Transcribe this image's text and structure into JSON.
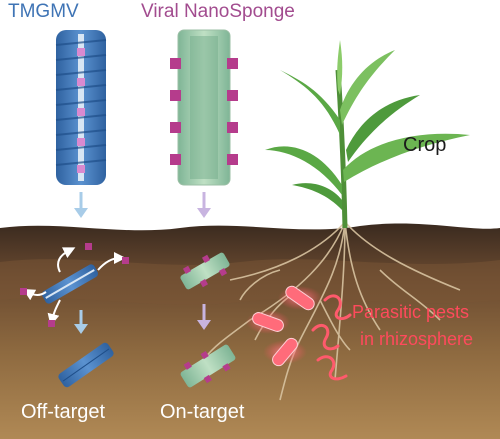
{
  "labels": {
    "tmgmv": "TMGMV",
    "nanosponge": "Viral NanoSponge",
    "crop": "Crop",
    "pests_line1": "Parasitic pests",
    "pests_line2": "in rhizosphere",
    "off_target": "Off-target",
    "on_target": "On-target"
  },
  "colors": {
    "tmgmv_blue": "#3f74b5",
    "sponge_purple": "#a24c8f",
    "sponge_green": "#8fc49a",
    "soil_top": "#3e2e22",
    "soil_bottom": "#a8814f",
    "pest_red": "#ff4a5c",
    "leaf_green": "#5aa845",
    "arrow_blue": "#a8cce8",
    "arrow_purple": "#c8b4e0"
  },
  "icons": [
    "rod-virus-icon",
    "sponge-virus-icon",
    "crop-plant-icon",
    "nematode-icon",
    "root-system-icon",
    "down-arrow-icon"
  ]
}
